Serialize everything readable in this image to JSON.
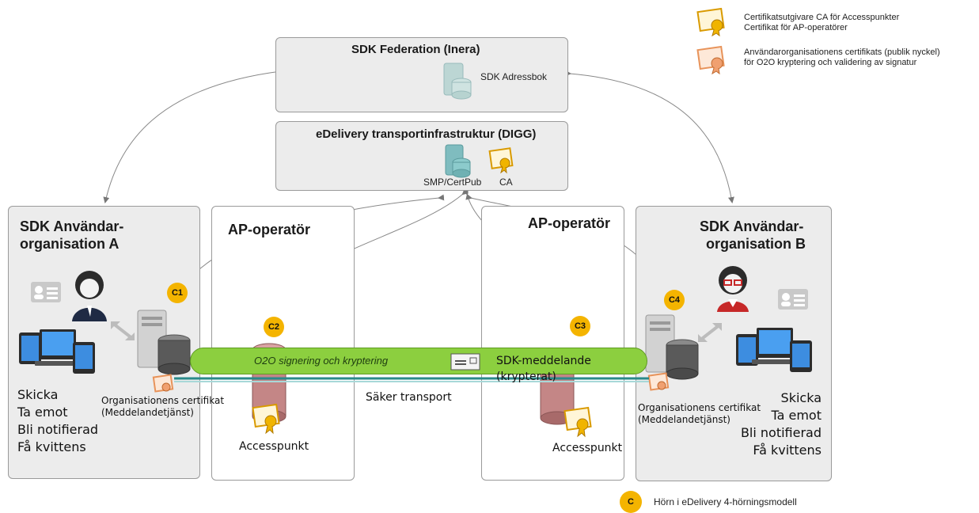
{
  "legend": {
    "ca_line1": "Certifikatsutgivare CA för Accesspunkter",
    "ca_line2": "Certifikat för AP-operatörer",
    "org_line1": "Användarorganisationens certifikats (publik nyckel)",
    "org_line2": "för O2O kryptering och validering av signatur",
    "corner_badge": "C",
    "corner_text": "Hörn i eDelivery 4-hörningsmodell"
  },
  "federation": {
    "title": "SDK Federation (Inera)",
    "addressbook": "SDK Adressbok"
  },
  "edelivery": {
    "title": "eDelivery transportinfrastruktur (DIGG)",
    "smp": "SMP/CertPub",
    "ca": "CA"
  },
  "org_a": {
    "title_line1": "SDK Användar-",
    "title_line2": "organisation A",
    "cert_line1": "Organisationens certifikat",
    "cert_line2": "(Meddelandetjänst)",
    "actions": [
      "Skicka",
      "Ta emot",
      "Bli notifierad",
      "Få kvittens"
    ]
  },
  "org_b": {
    "title_line1": "SDK Användar-",
    "title_line2": "organisation B",
    "cert_line1": "Organisationens certifikat",
    "cert_line2": "(Meddelandetjänst)",
    "actions": [
      "Skicka",
      "Ta emot",
      "Bli notifierad",
      "Få kvittens"
    ]
  },
  "ap_left": {
    "title": "AP-operatör",
    "label": "Accesspunkt"
  },
  "ap_right": {
    "title": "AP-operatör",
    "label": "Accesspunkt"
  },
  "corners": {
    "c1": "C1",
    "c2": "C2",
    "c3": "C3",
    "c4": "C4"
  },
  "pipe": {
    "left_text": "O2O signering och kryptering",
    "right_text": "SDK-meddelande (krypterat)",
    "transport": "Säker transport"
  },
  "colors": {
    "ca_cert": "#e6a817",
    "org_cert": "#e8935a",
    "badge": "#f4b400",
    "pipe": "#8ccf3f",
    "transport": "#2a8a8a"
  }
}
